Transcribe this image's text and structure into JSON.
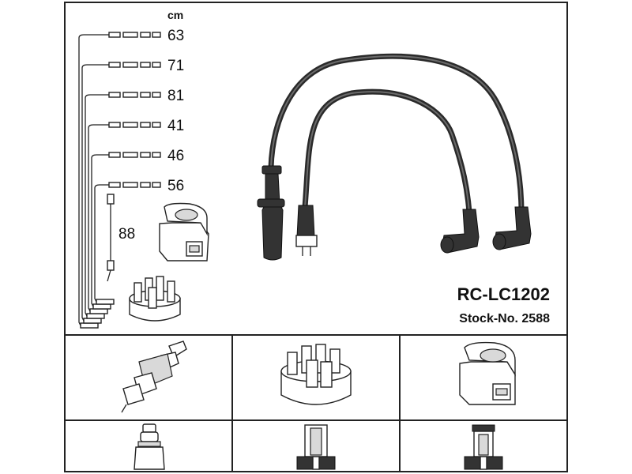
{
  "unit_label": "cm",
  "lengths": [
    "63",
    "71",
    "81",
    "41",
    "46",
    "56",
    "88"
  ],
  "product": {
    "code": "RC-LC1202",
    "stock": "Stock-No. 2588"
  },
  "panels": [
    {
      "part": "spark-plug",
      "icon": "spark-plug-icon"
    },
    {
      "part": "distributor-cap",
      "icon": "distributor-cap-icon"
    },
    {
      "part": "ignition-coil",
      "icon": "ignition-coil-icon"
    }
  ],
  "terminals": [
    {
      "part": "plug-terminal",
      "icon": "threaded-terminal-icon"
    },
    {
      "part": "cap-terminal",
      "icon": "cap-terminal-icon"
    },
    {
      "part": "coil-terminal",
      "icon": "coil-terminal-icon"
    }
  ]
}
